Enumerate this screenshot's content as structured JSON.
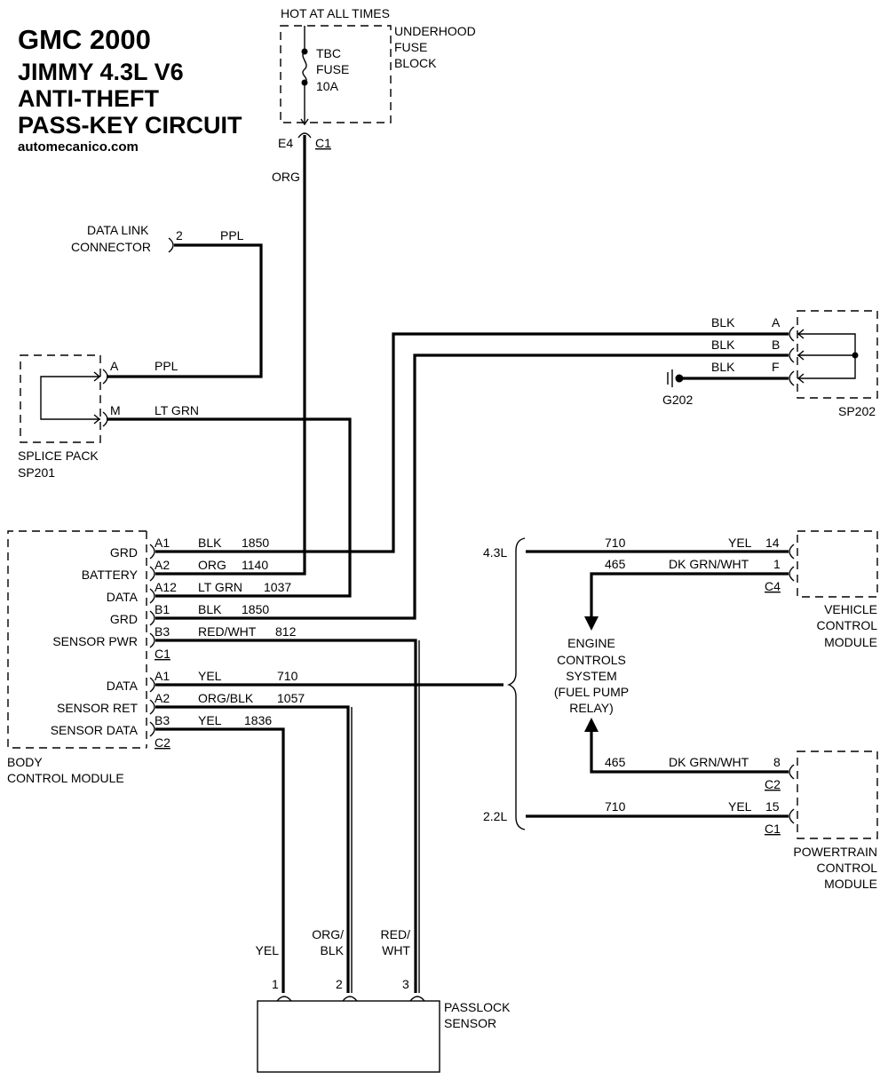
{
  "title": {
    "line1": "GMC 2000",
    "line2": "JIMMY 4.3L V6",
    "line3": "ANTI-THEFT",
    "line4": "PASS-KEY CIRCUIT",
    "site": "automecanico.com"
  },
  "fuse_block": {
    "hot_label": "HOT AT ALL TIMES",
    "name_line1": "UNDERHOOD",
    "name_line2": "FUSE",
    "name_line3": "BLOCK",
    "fuse_line1": "TBC",
    "fuse_line2": "FUSE",
    "fuse_line3": "10A",
    "pin": "E4",
    "connector": "C1",
    "wire_color": "ORG"
  },
  "data_link": {
    "name_line1": "DATA LINK",
    "name_line2": "CONNECTOR",
    "pin": "2",
    "wire_color": "PPL"
  },
  "splice_pack_sp201": {
    "name_line1": "SPLICE PACK",
    "name_line2": "SP201",
    "pin_a": "A",
    "pin_a_color": "PPL",
    "pin_m": "M",
    "pin_m_color": "LT GRN"
  },
  "splice_pack_sp202": {
    "name": "SP202",
    "ground": "G202",
    "pins": [
      {
        "pin": "A",
        "color": "BLK"
      },
      {
        "pin": "B",
        "color": "BLK"
      },
      {
        "pin": "F",
        "color": "BLK"
      }
    ]
  },
  "body_control_module": {
    "name_line1": "BODY",
    "name_line2": "CONTROL MODULE",
    "connector_c1": "C1",
    "connector_c2": "C2",
    "terminals": [
      {
        "label": "GRD",
        "pin": "A1",
        "color": "BLK",
        "circuit": "1850"
      },
      {
        "label": "BATTERY",
        "pin": "A2",
        "color": "ORG",
        "circuit": "1140"
      },
      {
        "label": "DATA",
        "pin": "A12",
        "color": "LT GRN",
        "circuit": "1037"
      },
      {
        "label": "GRD",
        "pin": "B1",
        "color": "BLK",
        "circuit": "1850"
      },
      {
        "label": "SENSOR PWR",
        "pin": "B3",
        "color": "RED/WHT",
        "circuit": "812"
      },
      {
        "label": "DATA",
        "pin": "A1",
        "color": "YEL",
        "circuit": "710"
      },
      {
        "label": "SENSOR RET",
        "pin": "A2",
        "color": "ORG/BLK",
        "circuit": "1057"
      },
      {
        "label": "SENSOR DATA",
        "pin": "B3",
        "color": "YEL",
        "circuit": "1836"
      }
    ]
  },
  "engine_options": {
    "v6": "4.3L",
    "l4": "2.2L"
  },
  "vehicle_control_module": {
    "name_line1": "VEHICLE",
    "name_line2": "CONTROL",
    "name_line3": "MODULE",
    "connector": "C4",
    "wires": [
      {
        "circuit": "710",
        "color": "YEL",
        "pin": "14"
      },
      {
        "circuit": "465",
        "color": "DK GRN/WHT",
        "pin": "1"
      }
    ]
  },
  "powertrain_control_module": {
    "name_line1": "POWERTRAIN",
    "name_line2": "CONTROL",
    "name_line3": "MODULE",
    "connector_c2": "C2",
    "connector_c1": "C1",
    "wires": [
      {
        "circuit": "465",
        "color": "DK GRN/WHT",
        "pin": "8"
      },
      {
        "circuit": "710",
        "color": "YEL",
        "pin": "15"
      }
    ]
  },
  "engine_controls": {
    "line1": "ENGINE",
    "line2": "CONTROLS",
    "line3": "SYSTEM",
    "line4": "(FUEL PUMP",
    "line5": "RELAY)"
  },
  "passlock_sensor": {
    "name_line1": "PASSLOCK",
    "name_line2": "SENSOR",
    "wires": [
      {
        "pin": "1",
        "color_line1": "YEL",
        "color_line2": ""
      },
      {
        "pin": "2",
        "color_line1": "ORG/",
        "color_line2": "BLK"
      },
      {
        "pin": "3",
        "color_line1": "RED/",
        "color_line2": "WHT"
      }
    ]
  }
}
